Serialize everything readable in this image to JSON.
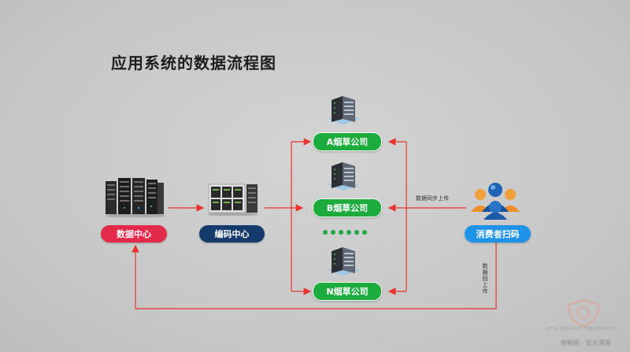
{
  "title": "应用系统的数据流程图",
  "nodes": {
    "data_center": "数据中心",
    "coding_center": "编码中心",
    "company_a": "A烟草公司",
    "company_b": "B烟草公司",
    "company_n": "N烟草公司",
    "consumer_scan": "消费者扫码"
  },
  "edge_labels": {
    "data_sync_upload": "数据同步上传",
    "data_upload": "数据回上传"
  },
  "watermark": {
    "english": "IOT & SECURITY TRACEABILITY",
    "chinese": "物联网 · 安全溯源"
  },
  "colors": {
    "arrow": "#e8352e",
    "red_pill": "#e32a4a",
    "navy_pill": "#143b6b",
    "green_pill": "#1cac3e",
    "blue_pill": "#1f93e8"
  },
  "icons": [
    "server-rack-icon",
    "server-cabinet-icon",
    "server-stack-icon",
    "users-group-icon",
    "shield-logo-icon"
  ]
}
